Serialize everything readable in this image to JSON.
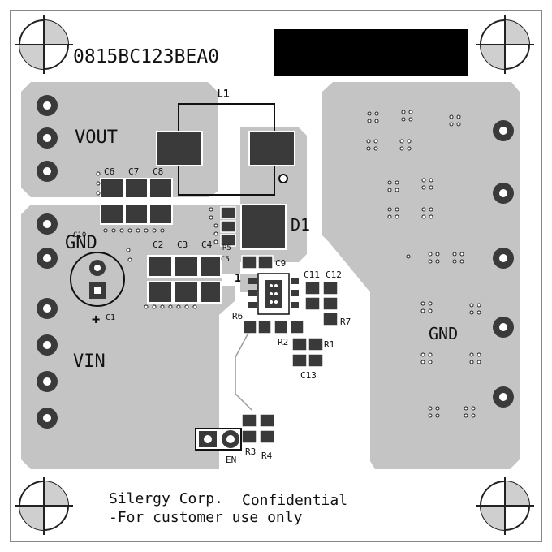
{
  "board": {
    "part_number": "0815BC123BEA0",
    "footer_line1_a": "Silergy Corp.",
    "footer_line1_b": "Confidential",
    "footer_line2": "-For customer use only"
  },
  "nets": {
    "vout": "VOUT",
    "gnd_left": "GND",
    "vin": "VIN",
    "gnd_right": "GND",
    "en": "EN",
    "pin1": "1",
    "polarity": "+"
  },
  "refdes": {
    "l1": "L1",
    "d1": "D1",
    "c1": "C1",
    "c2": "C2",
    "c3": "C3",
    "c4": "C4",
    "c5": "C5",
    "c6": "C6",
    "c7": "C7",
    "c8": "C8",
    "c9": "C9",
    "c10": "C10",
    "c11": "C11",
    "c12": "C12",
    "c13": "C13",
    "r1": "R1",
    "r2": "R2",
    "r3": "R3",
    "r4": "R4",
    "r5": "R5",
    "r6": "R6",
    "r7": "R7"
  },
  "colors": {
    "copper": "#c4c4c4",
    "pad": "#3a3a3a",
    "silk": "#111111",
    "board": "#ffffff"
  }
}
